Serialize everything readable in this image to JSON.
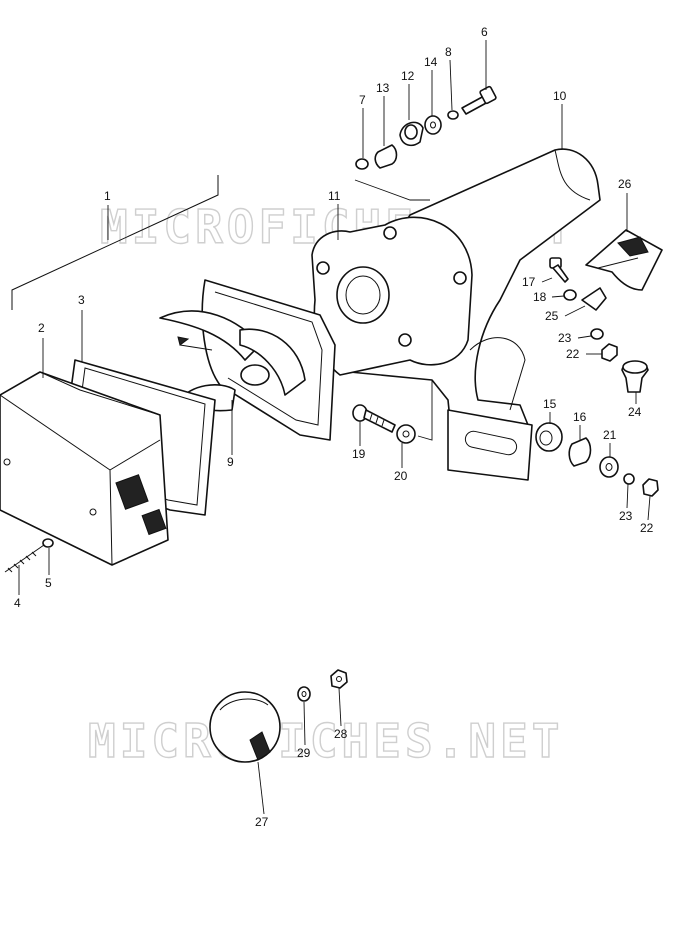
{
  "watermarks": [
    "MICROFICHES.NET",
    "MICROFICHES.NET"
  ],
  "callouts": [
    {
      "id": "1",
      "text": "1"
    },
    {
      "id": "2",
      "text": "2"
    },
    {
      "id": "3",
      "text": "3"
    },
    {
      "id": "4",
      "text": "4"
    },
    {
      "id": "5",
      "text": "5"
    },
    {
      "id": "6",
      "text": "6"
    },
    {
      "id": "7",
      "text": "7"
    },
    {
      "id": "8",
      "text": "8"
    },
    {
      "id": "9",
      "text": "9"
    },
    {
      "id": "10",
      "text": "10"
    },
    {
      "id": "11",
      "text": "11"
    },
    {
      "id": "12",
      "text": "12"
    },
    {
      "id": "13",
      "text": "13"
    },
    {
      "id": "14",
      "text": "14"
    },
    {
      "id": "15",
      "text": "15"
    },
    {
      "id": "16",
      "text": "16"
    },
    {
      "id": "17",
      "text": "17"
    },
    {
      "id": "18",
      "text": "18"
    },
    {
      "id": "19",
      "text": "19"
    },
    {
      "id": "20",
      "text": "20"
    },
    {
      "id": "21",
      "text": "21"
    },
    {
      "id": "22a",
      "text": "22"
    },
    {
      "id": "22b",
      "text": "22"
    },
    {
      "id": "23a",
      "text": "23"
    },
    {
      "id": "23b",
      "text": "23"
    },
    {
      "id": "24",
      "text": "24"
    },
    {
      "id": "25",
      "text": "25"
    },
    {
      "id": "26",
      "text": "26"
    },
    {
      "id": "27",
      "text": "27"
    },
    {
      "id": "28",
      "text": "28"
    },
    {
      "id": "29",
      "text": "29"
    }
  ]
}
